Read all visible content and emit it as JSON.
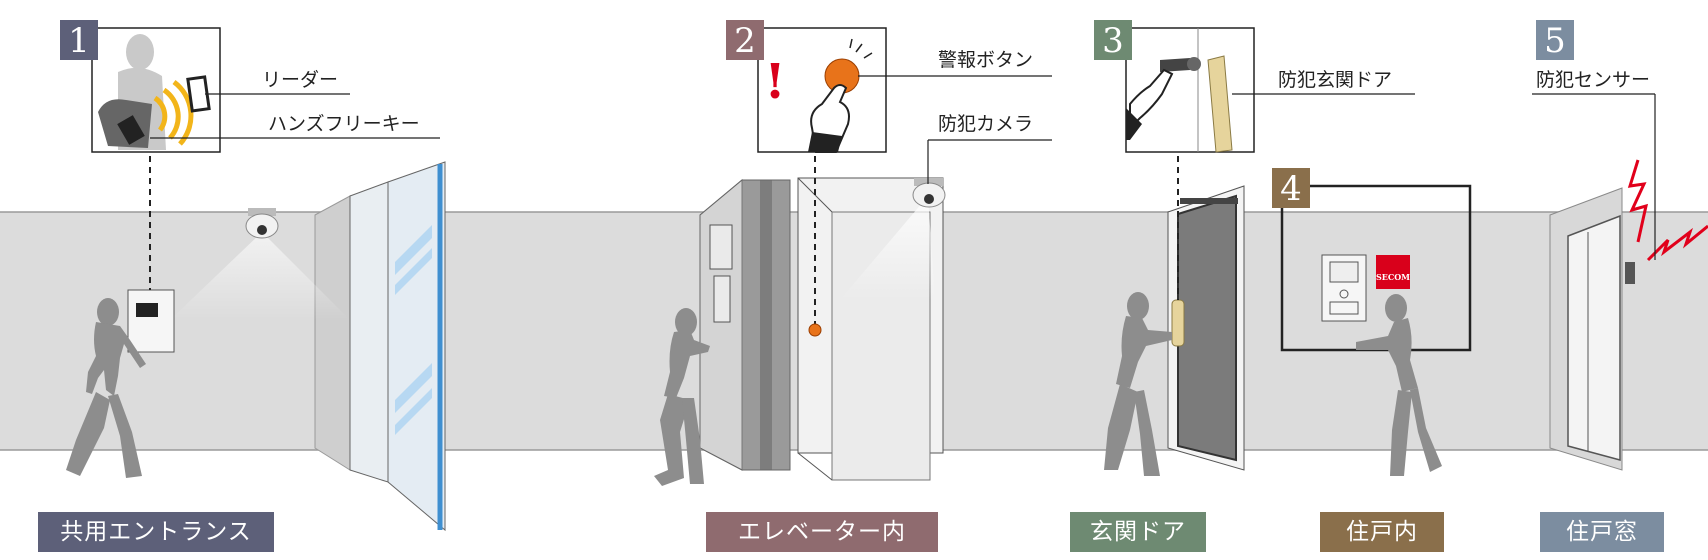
{
  "steps": [
    {
      "number": "1",
      "caption": "共用エントランス",
      "color": "#5d6079",
      "callouts": [
        "リーダー",
        "ハンズフリーキー"
      ]
    },
    {
      "number": "2",
      "caption": "エレベーター内",
      "color": "#8f6b6f",
      "callouts": [
        "警報ボタン",
        "防犯カメラ"
      ]
    },
    {
      "number": "3",
      "caption": "玄関ドア",
      "color": "#6e8a72",
      "callouts": [
        "防犯玄関ドア"
      ]
    },
    {
      "number": "4",
      "caption": "住戸内",
      "color": "#8a6f4b",
      "callouts": []
    },
    {
      "number": "5",
      "caption": "住戸窓",
      "color": "#7c8da0",
      "callouts": [
        "防犯センサー"
      ]
    }
  ],
  "alarm_mark": "!",
  "panel_brand": {
    "text": "SECOM",
    "color": "#d9001b"
  },
  "colors": {
    "wall": "#dcdcdc",
    "wall_edge": "#9a9a9a",
    "silhouette": "#8d8d8d",
    "glass": "#b7d8f2",
    "button_orange": "#e8731a",
    "handle_gold": "#e6d49c"
  },
  "icons": [
    "person-silhouette-icon",
    "camera-icon",
    "card-reader-icon",
    "alarm-button-icon",
    "key-icon",
    "intercom-icon",
    "lightning-icon"
  ]
}
